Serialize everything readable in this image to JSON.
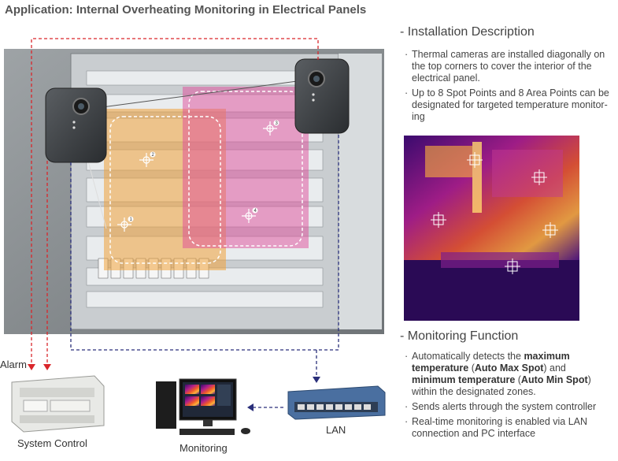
{
  "title": "Application: Internal Overheating Monitoring in Electrical Panels",
  "installation": {
    "heading": "- Installation Description",
    "items": [
      "Thermal cameras are installed diagonally on the top corners to cover the interior of the electrical panel.",
      "Up to 8 Spot Points and 8 Area Points can be designated for targeted temperature monitor-ing"
    ]
  },
  "monitoring": {
    "heading": "- Monitoring Function",
    "item1": {
      "p1": "Automatically detects the ",
      "b1": "maximum temperature",
      "p2": " (",
      "b2": "Auto Max Spot",
      "p3": ") and ",
      "b3": "minimum temperature",
      "p4": " (",
      "b4": "Auto Min Spot",
      "p5": ") within the designated zones."
    },
    "item2": "Sends alerts through the system controller",
    "item3": "Real-time monitoring is enabled via LAN connection and PC interface"
  },
  "labels": {
    "alarm": "Alarm",
    "system_control": "System Control",
    "monitoring": "Monitoring",
    "lan": "LAN"
  },
  "spot_markers": [
    "1",
    "2",
    "3",
    "4"
  ],
  "colors": {
    "red_dashed": "#d9262b",
    "blue_dashed": "#2a2f7a",
    "zone_orange": "#f0a23a",
    "zone_magenta": "#e04b9a"
  }
}
